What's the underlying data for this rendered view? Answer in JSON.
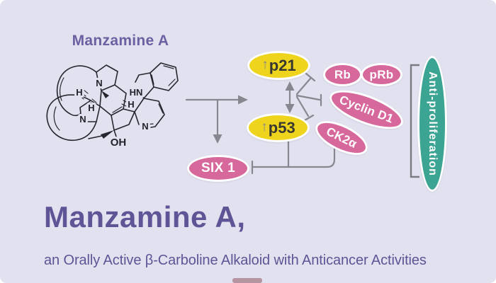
{
  "colors": {
    "background": "#e1e1ef",
    "yellow_node": "#eed41d",
    "pink_node": "#d7689c",
    "teal_node": "#3ca493",
    "purple_text": "#5e5496",
    "arrow_gray": "#87878f",
    "structure_ink": "#26262e",
    "bottom_edge_mark": "#8c4a55"
  },
  "molecule": {
    "title": "Manzamine A",
    "labels": {
      "hn": "HN",
      "n_pyridine": "N",
      "n_top": "N",
      "n_left": "N",
      "h1": "H",
      "h2": "H",
      "h3": "H",
      "oh": "OH"
    }
  },
  "pathway": {
    "p21_arrow": "↑",
    "p21": "p21",
    "p53_arrow": "↑",
    "p53": "p53",
    "rb": "Rb",
    "prb": "pRb",
    "cyclin_d1": "Cyclin D1",
    "ck2a": "CK2α",
    "six1": "SIX 1",
    "outcome": "Anti-proliferation"
  },
  "footer": {
    "headline": "Manzamine A,",
    "subtitle": "an Orally Active β-Carboline Alkaloid with Anticancer Activities"
  }
}
